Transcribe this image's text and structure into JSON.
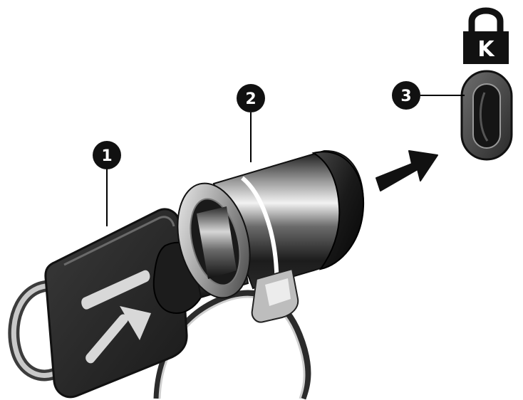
{
  "callouts": [
    {
      "label": "1"
    },
    {
      "label": "2"
    },
    {
      "label": "3"
    }
  ],
  "lock_icon": {
    "icon": "kensington-lock-icon",
    "letter": "K"
  },
  "colors": {
    "ink": "#111111",
    "line": "#000000",
    "background": "#ffffff",
    "metal_dark": "#1a1a1a",
    "metal_light": "#e8e8e8"
  }
}
